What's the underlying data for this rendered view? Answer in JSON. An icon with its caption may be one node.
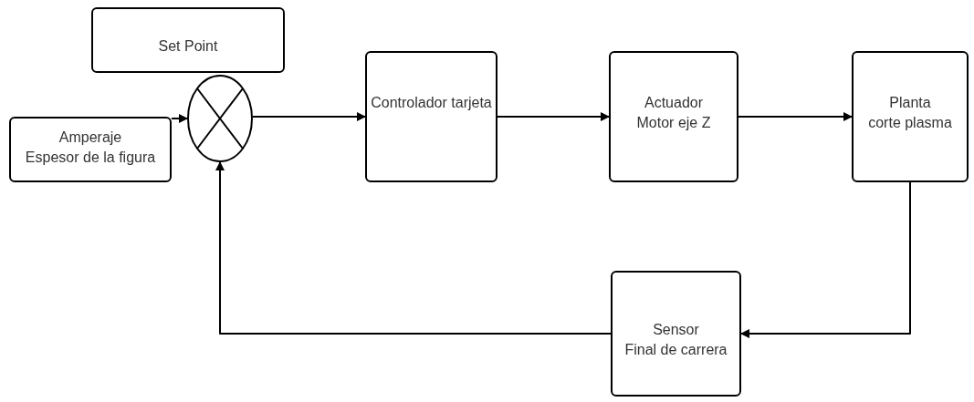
{
  "diagram": {
    "nodes": [
      {
        "text": [
          "Set Point"
        ]
      },
      {
        "text": [
          "Amperaje",
          "Espesor de la figura"
        ]
      },
      {
        "text": [],
        "shape": "circle"
      },
      {
        "text": [
          "Controlador tarjeta"
        ]
      },
      {
        "text": [
          "Actuador",
          "Motor eje Z"
        ]
      },
      {
        "text": [
          "Planta",
          "corte plasma"
        ]
      },
      {
        "text": [
          "Sensor",
          "Final de carrera"
        ]
      }
    ],
    "edges": [
      {
        "from": 1,
        "to": 2,
        "arrow": "to"
      },
      {
        "from": 2,
        "to": 3,
        "arrow": "to"
      },
      {
        "from": 3,
        "to": 4,
        "arrow": "to"
      },
      {
        "from": 4,
        "to": 5,
        "arrow": "to"
      },
      {
        "from": 5,
        "to": 6,
        "arrow": "to"
      },
      {
        "from": 6,
        "to": 2,
        "arrow": "to"
      }
    ]
  }
}
